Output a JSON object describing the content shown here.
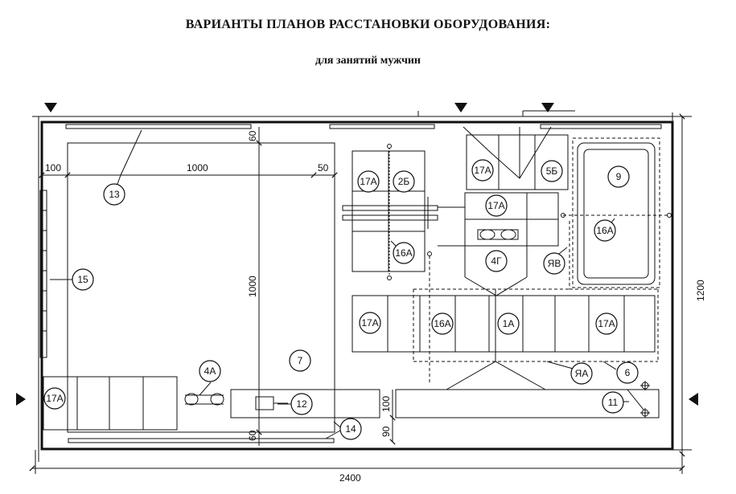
{
  "title": "ВАРИАНТЫ ПЛАНОВ РАССТАНОВКИ ОБОРУДОВАНИЯ:",
  "subtitle": "для занятий мужчин",
  "dimensions": {
    "total_width": "2400",
    "total_height": "1200",
    "d100_top": "100",
    "d1000_top": "1000",
    "d50_top": "50",
    "d60_top": "60",
    "d1000_vertical": "1000",
    "d60_bottom": "60",
    "d100_right": "100",
    "d90_right": "90"
  },
  "labels": {
    "l13": "13",
    "l15": "15",
    "l7": "7",
    "l4A": "4А",
    "l12": "12",
    "l14": "14",
    "l17A_left": "17А",
    "l17A_a": "17А",
    "l2B": "2Б",
    "l16A_a": "16А",
    "l17A_b": "17А",
    "l5B": "5Б",
    "l17A_c": "17А",
    "l4G": "4Г",
    "lYaV": "ЯВ",
    "l9": "9",
    "l16A_b": "16А",
    "l17A_d": "17А",
    "l16A_c": "16А",
    "l1A": "1А",
    "l17A_e": "17А",
    "lYaA": "ЯА",
    "l6": "6",
    "l11": "11"
  }
}
